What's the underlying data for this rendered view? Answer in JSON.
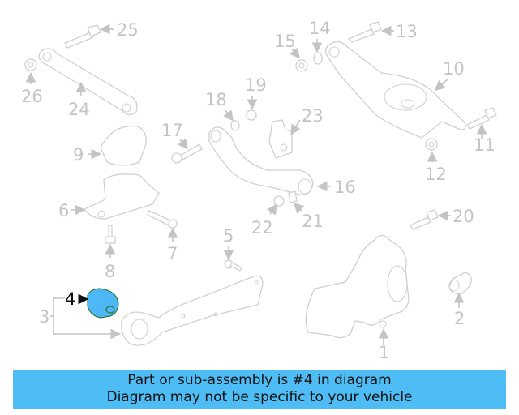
{
  "diagram": {
    "highlighted_part": "4",
    "colors": {
      "highlight_fill": "#4db8f5",
      "label_default": "#c4c4c4",
      "label_active": "#111111",
      "banner_bg": "#4fbdf5"
    },
    "callouts": [
      {
        "num": "1",
        "part": "knuckle"
      },
      {
        "num": "2",
        "part": "bushing"
      },
      {
        "num": "3",
        "part": "trailing-arm-assembly"
      },
      {
        "num": "4",
        "part": "trailing-arm-bushing"
      },
      {
        "num": "5",
        "part": "bolt"
      },
      {
        "num": "6",
        "part": "mount-bracket"
      },
      {
        "num": "7",
        "part": "bolt"
      },
      {
        "num": "8",
        "part": "bolt"
      },
      {
        "num": "9",
        "part": "bracket-cover"
      },
      {
        "num": "10",
        "part": "lower-control-arm"
      },
      {
        "num": "11",
        "part": "bolt"
      },
      {
        "num": "12",
        "part": "nut"
      },
      {
        "num": "13",
        "part": "bolt"
      },
      {
        "num": "14",
        "part": "washer"
      },
      {
        "num": "15",
        "part": "nut"
      },
      {
        "num": "16",
        "part": "upper-control-arm"
      },
      {
        "num": "17",
        "part": "bolt"
      },
      {
        "num": "18",
        "part": "washer"
      },
      {
        "num": "19",
        "part": "nut"
      },
      {
        "num": "20",
        "part": "bolt"
      },
      {
        "num": "21",
        "part": "clip"
      },
      {
        "num": "22",
        "part": "nut"
      },
      {
        "num": "23",
        "part": "bracket"
      },
      {
        "num": "24",
        "part": "lateral-link"
      },
      {
        "num": "25",
        "part": "bolt"
      },
      {
        "num": "26",
        "part": "nut"
      }
    ]
  },
  "banner": {
    "line1": "Part or sub-assembly is #4 in diagram",
    "line2": "Diagram may not be specific to your vehicle"
  }
}
